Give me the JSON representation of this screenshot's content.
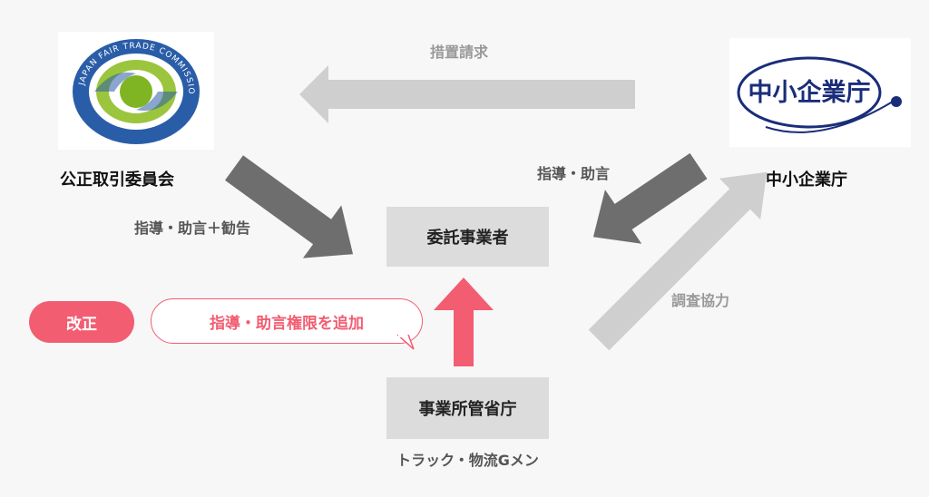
{
  "nodes": {
    "jftc": "公正取引委員会",
    "sme_agency": "中小企業庁",
    "consignor": "委託事業者",
    "ministry": "事業所管省庁",
    "ministry_sub": "トラック・物流Gメン"
  },
  "edges": {
    "measures_request": "措置請求",
    "sme_guidance": "指導・助言",
    "jftc_guidance": "指導・助言＋勧告",
    "cooperation": "調査協力"
  },
  "revision": {
    "badge": "改正",
    "note": "指導・助言権限を追加"
  },
  "logos": {
    "jftc_ring_text": "JAPAN FAIR TRADE COMMISSION",
    "sme_logo_text": "中小企業庁"
  },
  "colors": {
    "arrow_light": "#cfcfcf",
    "arrow_dark": "#6e6e6e",
    "accent": "#f25d72",
    "jftc_blue": "#2a5da8",
    "jftc_green": "#7fb522",
    "sme_navy": "#1a2d7a"
  }
}
